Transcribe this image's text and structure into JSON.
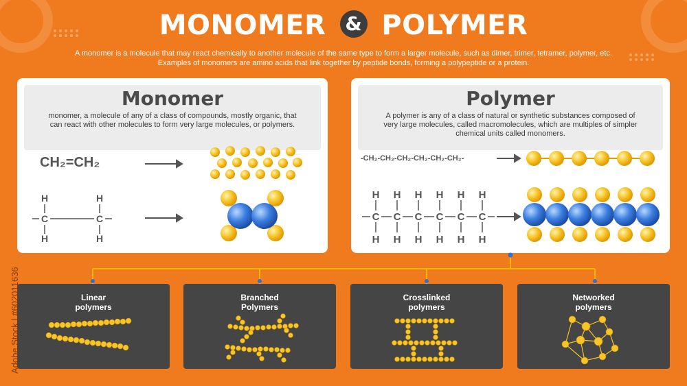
{
  "title": {
    "left": "MONOMER",
    "amp": "&",
    "right": "POLYMER"
  },
  "intro": "A monomer is a molecule that may react chemically to another molecule of the same type to form a larger molecule, such as dimer, trimer, tetramer, polymer, etc. Examples of monomers are amino acids that link together by peptide bonds, forming a polypeptide or a protein.",
  "monomer": {
    "heading": "Monomer",
    "description": "monomer, a molecule of any of a class of compounds, mostly organic, that can react with other molecules to form very large molecules, or polymers.",
    "formula": "CH₂=CH₂",
    "atoms": [
      "H",
      "C",
      "C",
      "H",
      "H",
      "H"
    ]
  },
  "polymer": {
    "heading": "Polymer",
    "description": "A polymer is any of a class of natural or synthetic substances composed of very large molecules, called macromolecules, which are multiples of simpler chemical units called monomers.",
    "chain_formula": "-CH₂-CH₂-CH₂-CH₂-CH₂-CH₂-",
    "atoms": [
      "H",
      "C"
    ]
  },
  "types": [
    {
      "label": "Linear polymers"
    },
    {
      "label": "Branched Polymers"
    },
    {
      "label": "Crosslinked polymers"
    },
    {
      "label": "Networked polymers"
    }
  ],
  "side_text": "Adobe Stock | #602011636",
  "colors": {
    "background": "#f07a1e",
    "atom_gold": "#f5b800",
    "atom_blue": "#2f6fd6",
    "card": "#454545"
  }
}
